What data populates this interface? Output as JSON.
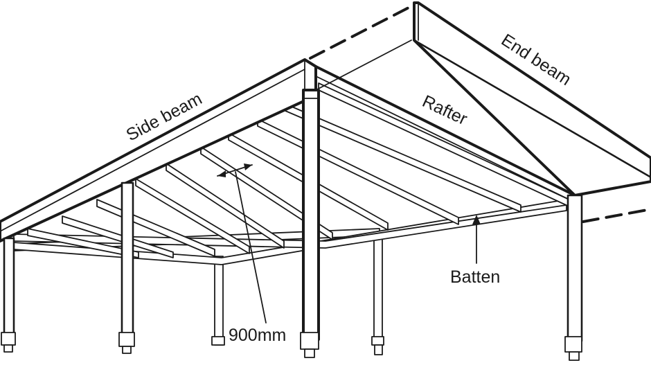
{
  "labels": {
    "side_beam": "Side beam",
    "end_beam": "End beam",
    "rafter": "Rafter",
    "batten": "Batten",
    "spacing": "900mm"
  }
}
